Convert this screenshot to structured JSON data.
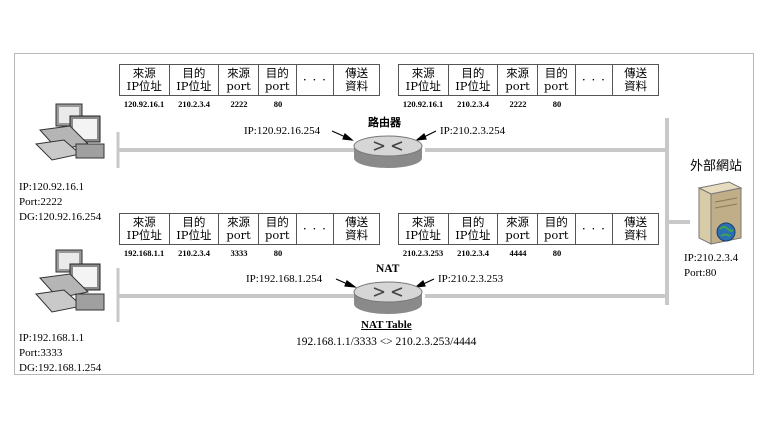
{
  "header_cells": [
    {
      "l1": "來源",
      "l2": "IP位址"
    },
    {
      "l1": "目的",
      "l2": "IP位址"
    },
    {
      "l1": "來源",
      "l2": "port"
    },
    {
      "l1": "目的",
      "l2": "port"
    },
    {
      "l1": "· · ·",
      "l2": ""
    },
    {
      "l1": "傳送",
      "l2": "資料"
    }
  ],
  "packets": {
    "top_left": [
      "120.92.16.1",
      "210.2.3.4",
      "2222",
      "80"
    ],
    "top_right": [
      "120.92.16.1",
      "210.2.3.4",
      "2222",
      "80"
    ],
    "bottom_left": [
      "192.168.1.1",
      "210.2.3.4",
      "3333",
      "80"
    ],
    "bottom_right": [
      "210.2.3.253",
      "210.2.3.4",
      "4444",
      "80"
    ]
  },
  "router": {
    "title": "路由器",
    "left_ip": "IP:120.92.16.254",
    "right_ip": "IP:210.2.3.254"
  },
  "nat": {
    "title": "NAT",
    "left_ip": "IP:192.168.1.254",
    "right_ip": "IP:210.2.3.253",
    "table_title": "NAT Table",
    "table_entry": "192.168.1.1/3333 <> 210.2.3.253/4444"
  },
  "pc1": {
    "ip": "IP:120.92.16.1",
    "port": "Port:2222",
    "dg": "DG:120.92.16.254"
  },
  "pc2": {
    "ip": "IP:192.168.1.1",
    "port": "Port:3333",
    "dg": "DG:192.168.1.254"
  },
  "server": {
    "title": "外部網站",
    "ip": "IP:210.2.3.4",
    "port": "Port:80"
  }
}
